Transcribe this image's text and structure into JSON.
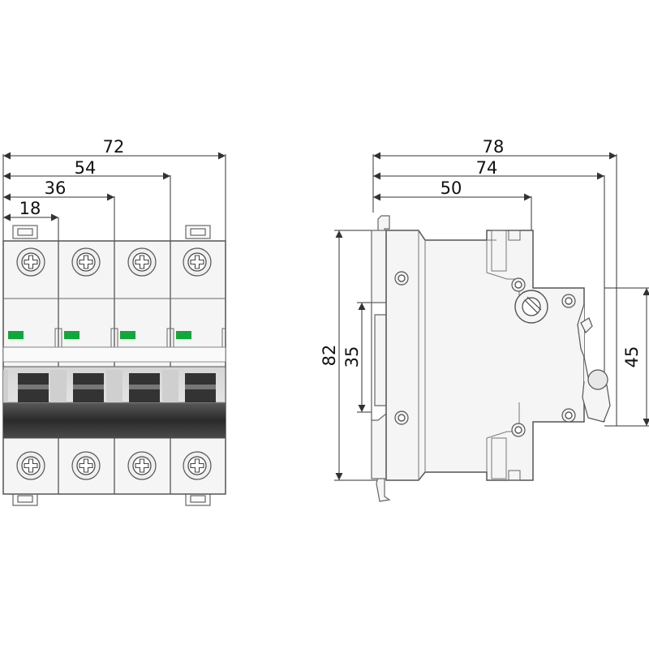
{
  "front_view": {
    "poles": 4,
    "dimensions": {
      "d72": "72",
      "d54": "54",
      "d36": "36",
      "d18": "18"
    },
    "indicator_color": "#12a73a",
    "icons": {
      "terminal": "terminal-screw-icon",
      "clip": "din-clip-icon"
    }
  },
  "side_view": {
    "dimensions": {
      "d78": "78",
      "d74": "74",
      "d50": "50",
      "d82": "82",
      "d35": "35",
      "d45": "45"
    },
    "icons": {
      "screw": "terminal-screw-icon"
    }
  },
  "colors": {
    "line": "#555555",
    "body_fill": "#f5f5f5",
    "dimension": "#333333",
    "indicator": "#12a73a"
  }
}
